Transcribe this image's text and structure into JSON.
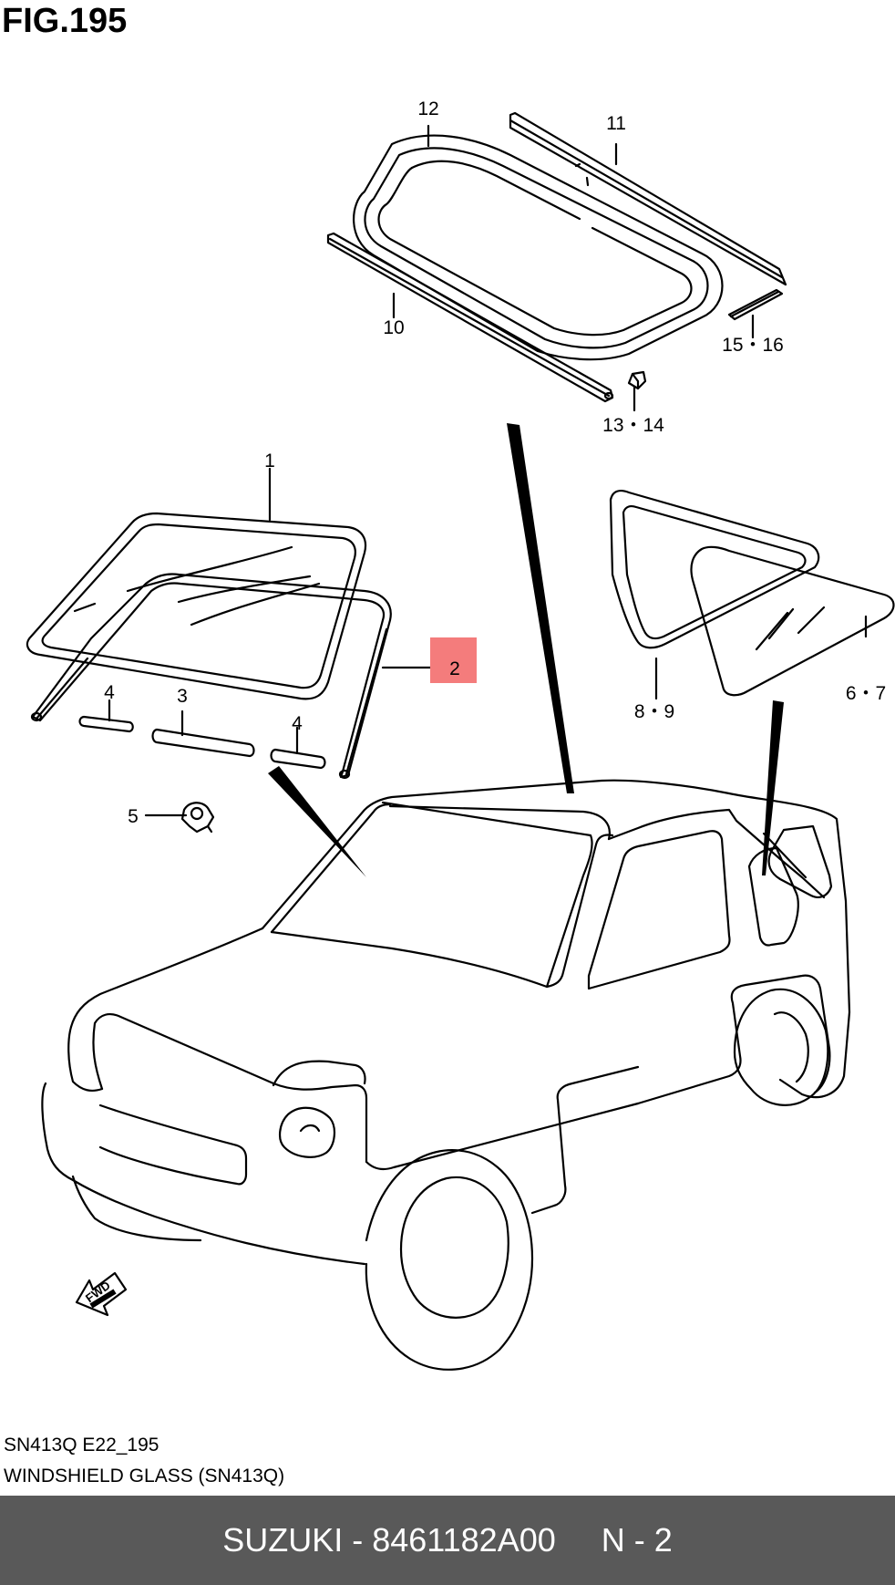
{
  "figure": {
    "title": "FIG.195"
  },
  "callouts": [
    {
      "id": "c1",
      "text": "1"
    },
    {
      "id": "c2",
      "text": "2"
    },
    {
      "id": "c3",
      "text": "3"
    },
    {
      "id": "c4a",
      "text": "4"
    },
    {
      "id": "c4b",
      "text": "4"
    },
    {
      "id": "c5",
      "text": "5"
    },
    {
      "id": "c67",
      "text": "6・7"
    },
    {
      "id": "c89",
      "text": "8・9"
    },
    {
      "id": "c10",
      "text": "10"
    },
    {
      "id": "c11",
      "text": "11"
    },
    {
      "id": "c12",
      "text": "12"
    },
    {
      "id": "c1314",
      "text": "13・14"
    },
    {
      "id": "c1516",
      "text": "15・16"
    }
  ],
  "highlight": {
    "callout": "2",
    "color": "#f47c7c"
  },
  "fwd_arrow": {
    "label": "FWD"
  },
  "caption": {
    "code": "SN413Q E22_195",
    "description": "WINDSHIELD GLASS (SN413Q)"
  },
  "footer": {
    "text": "SUZUKI - 8461182A00     N - 2",
    "background": "#595959"
  }
}
